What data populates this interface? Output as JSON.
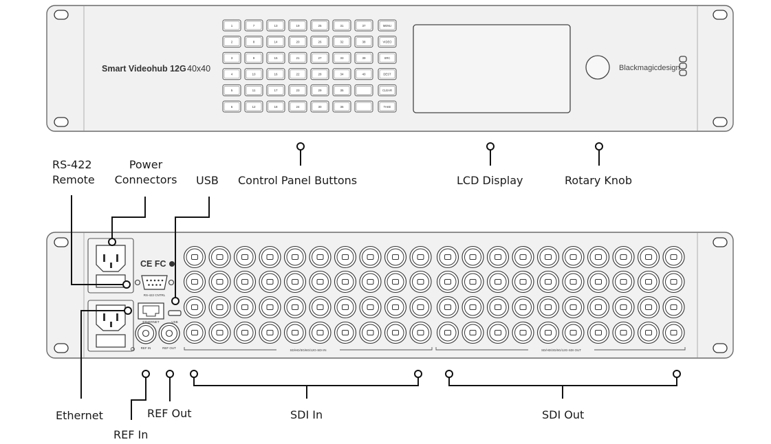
{
  "front_panel": {
    "model_name": "Smart Videohub 12G",
    "model_size": "40x40",
    "brand": "Blackmagicdesign",
    "number_buttons": [
      [
        "1",
        "7",
        "13",
        "19",
        "25",
        "31",
        "37"
      ],
      [
        "2",
        "8",
        "14",
        "20",
        "26",
        "32",
        "38"
      ],
      [
        "3",
        "9",
        "15",
        "21",
        "27",
        "33",
        "39"
      ],
      [
        "4",
        "10",
        "16",
        "22",
        "28",
        "34",
        "40"
      ],
      [
        "5",
        "11",
        "17",
        "23",
        "29",
        "35",
        ""
      ],
      [
        "6",
        "12",
        "18",
        "24",
        "30",
        "36",
        ""
      ]
    ],
    "function_buttons": [
      "MENU",
      "VIDEO",
      "SRC",
      "DEST",
      "CLEAR",
      "TAKE"
    ]
  },
  "rear_panel": {
    "certification": "CE FC",
    "rs422_label": "RS-422 CNTRL",
    "ethernet_label": "ETHERNET",
    "usb_label": "USB",
    "ref_in_label": "REF IN",
    "ref_out_label": "REF OUT",
    "sdi_in_label": "SD/HD/3G/6G/12G-SDI IN",
    "sdi_out_label": "SD/HD/3G/6G/12G-SDI OUT"
  },
  "callouts": {
    "rs422_line1": "RS-422",
    "rs422_line2": "Remote",
    "power_line1": "Power",
    "power_line2": "Connectors",
    "usb": "USB",
    "control_panel_buttons": "Control Panel Buttons",
    "lcd_display": "LCD Display",
    "rotary_knob": "Rotary Knob",
    "ethernet": "Ethernet",
    "ref_out": "REF Out",
    "ref_in": "REF In",
    "sdi_in": "SDI In",
    "sdi_out": "SDI Out"
  }
}
